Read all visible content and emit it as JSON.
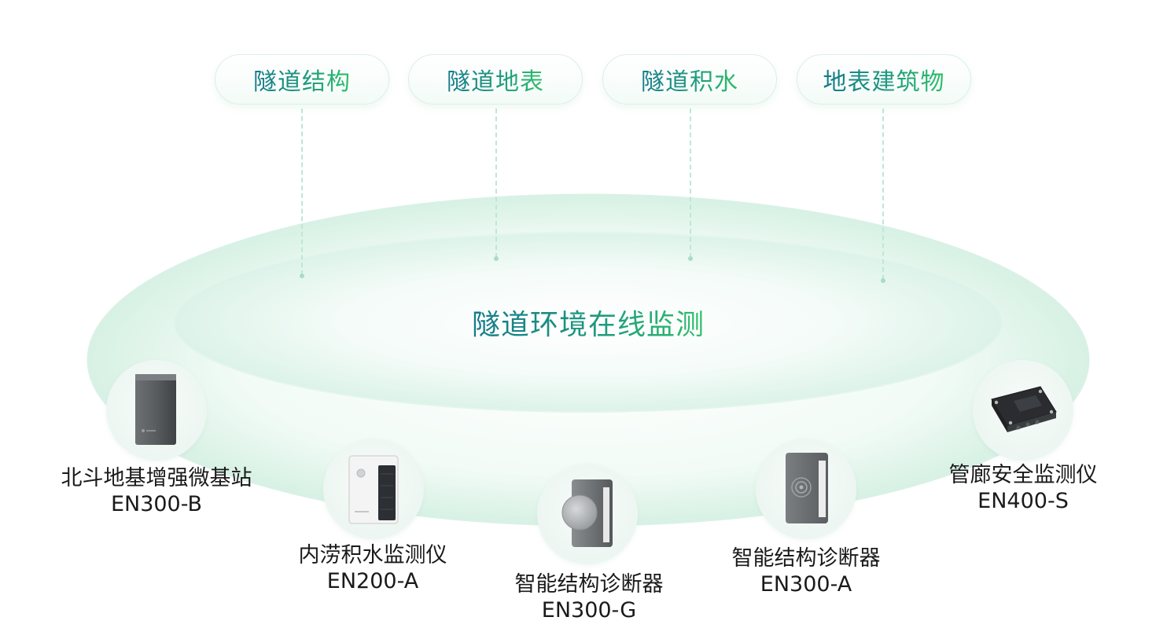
{
  "categories": [
    "隧道结构",
    "隧道地表",
    "隧道积水",
    "地表建筑物"
  ],
  "center_title": "隧道环境在线监测",
  "devices": [
    {
      "name": "北斗地基增强微基站",
      "model": "EN300-B"
    },
    {
      "name": "内涝积水监测仪",
      "model": "EN200-A"
    },
    {
      "name": "智能结构诊断器",
      "model": "EN300-G"
    },
    {
      "name": "智能结构诊断器",
      "model": "EN300-A"
    },
    {
      "name": "管廊安全监测仪",
      "model": "EN400-S"
    }
  ],
  "colors": {
    "gradient_start": "#157a8a",
    "gradient_end": "#2fbf6a",
    "ring": "#dff4ea",
    "caption_text": "#1a1a1a"
  }
}
